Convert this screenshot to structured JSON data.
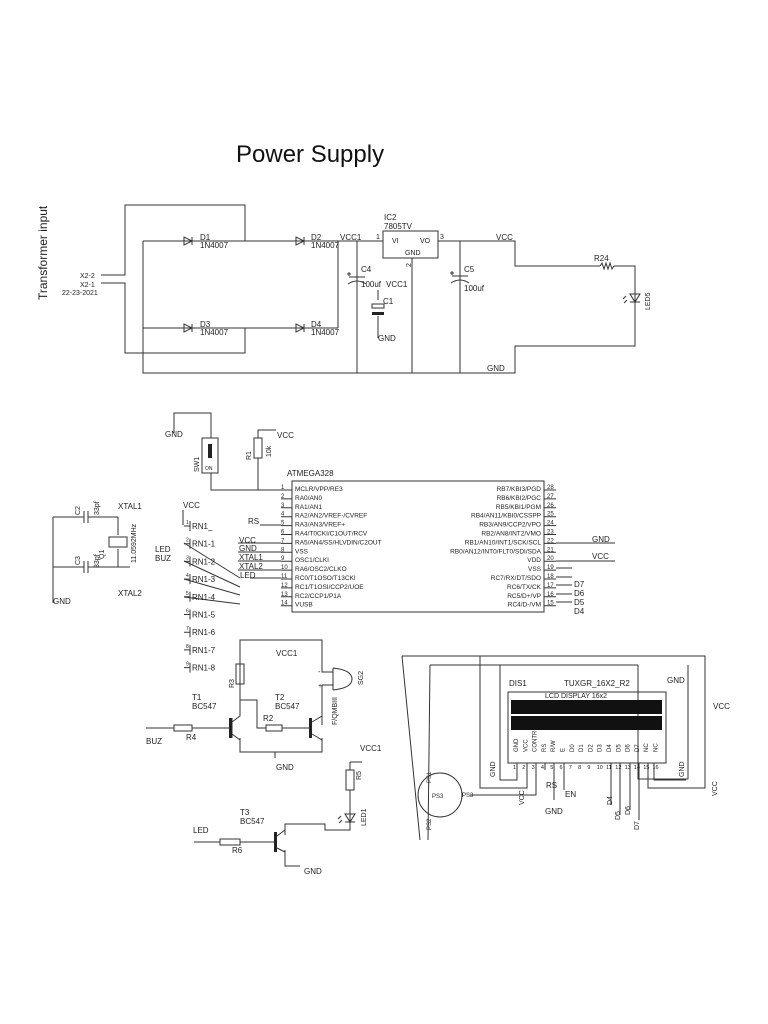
{
  "title": "Power Supply",
  "power": {
    "transformer_label": "Transformer input",
    "x2_2": "X2-2",
    "x2_1": "X2-1",
    "date": "22-23-2021",
    "diodes": [
      {
        "ref": "D1",
        "part": "1N4007"
      },
      {
        "ref": "D2",
        "part": "1N4007"
      },
      {
        "ref": "D3",
        "part": "1N4007"
      },
      {
        "ref": "D4",
        "part": "1N4007"
      }
    ],
    "vcc1": "VCC1",
    "ic_ref": "IC2",
    "ic_part": "7805TV",
    "ic_vi": "VI",
    "ic_vo": "VO",
    "ic_gnd": "GND",
    "pin1": "1",
    "pin2": "2",
    "pin3": "3",
    "c4": "C4",
    "c4_val": "100uf",
    "vcc1_b": "VCC1",
    "c1": "C1",
    "c1_gnd": "GND",
    "c5": "C5",
    "c5_val": "100uf",
    "vcc": "VCC",
    "gnd": "GND",
    "r24": "R24",
    "led5": "LED5"
  },
  "mcu": {
    "name": "ATMEGA328",
    "left_pins": [
      "MCLR/VPP/RE3",
      "RA0/AN0",
      "RA1/AN1",
      "RA2/AN2/VREF-/CVREF",
      "RA3/AN3/VREF+",
      "RA4/T0CKI/C1OUT/RCV",
      "RA5/AN4/SS/HLVDIN/C2OUT",
      "VSS",
      "OSC1/CLKI",
      "RA6/OSC2/CLKO",
      "RC0/T1OSO/T13CKI",
      "RC1/T1OSI/CCP2/UOE",
      "RC2/CCP1/P1A",
      "VUSB"
    ],
    "right_pins": [
      "RB7/KBI3/PGD",
      "RB6/KBI2/PGC",
      "RB5/KBI1/PGM",
      "RB4/AN11/KBI0/CSSPP",
      "RB3/AN9/CCP2/VPO",
      "RB2/AN8/INT2/VMO",
      "RB1/AN10/INT1/SCK/SCL",
      "RB0/AN12/INT0/FLT0/SDI/SDA",
      "VDD",
      "VSS",
      "RC7/RX/DT/SDO",
      "RC6/TX/CK",
      "RC5/D+/VP",
      "RC4/D-/VM"
    ],
    "left_nums": [
      "1",
      "2",
      "3",
      "4",
      "5",
      "6",
      "7",
      "8",
      "9",
      "10",
      "11",
      "12",
      "13",
      "14"
    ],
    "right_nums": [
      "28",
      "27",
      "26",
      "25",
      "24",
      "23",
      "22",
      "21",
      "20",
      "19",
      "18",
      "17",
      "16",
      "15"
    ],
    "net_rs": "RS",
    "net_vcc": "VCC",
    "net_gnd": "GND",
    "net_xtal1": "XTAL1",
    "net_xtal2": "XTAL2",
    "net_led": "LED",
    "right_gnd": "GND",
    "right_vcc": "VCC",
    "d7": "D7",
    "d6": "D6",
    "d5": "D5",
    "d4": "D4"
  },
  "reset": {
    "gnd": "GND",
    "vcc": "VCC",
    "sw": "SW1",
    "sw_on": "ON",
    "r1": "R1",
    "r1_val": "10k"
  },
  "crystal": {
    "c2": "C2",
    "c2_val": "33pf",
    "c3": "C3",
    "c3_val": "33pf",
    "q1": "Q1",
    "q1_val": "11.0592MHz",
    "xtal1": "XTAL1",
    "xtal2": "XTAL2",
    "gnd": "GND"
  },
  "rn": {
    "vcc": "VCC",
    "led": "LED",
    "buz": "BUZ",
    "items": [
      "RN1_",
      "RN1-1",
      "RN1-2",
      "RN1-3",
      "RN1-4",
      "RN1-5",
      "RN1-6",
      "RN1-7",
      "RN1-8"
    ],
    "nums": [
      "1",
      "2",
      "3",
      "4",
      "5",
      "6",
      "7",
      "8",
      "9"
    ]
  },
  "buzzer": {
    "vcc1": "VCC1",
    "r3": "R3",
    "t1": "T1",
    "t1_part": "BC547",
    "t2": "T2",
    "t2_part": "BC547",
    "r2": "R2",
    "r4": "R4",
    "buz": "BUZ",
    "gnd": "GND",
    "sg2": "SG2",
    "sg2_part": "F/QMBIII",
    "minus": "-",
    "plus": "+"
  },
  "led_driver": {
    "vcc1": "VCC1",
    "r5": "R5",
    "led1": "LED1",
    "t3": "T3",
    "t3_part": "BC547",
    "led": "LED",
    "r6": "R6",
    "gnd": "GND"
  },
  "lcd": {
    "ref": "DIS1",
    "part": "TUXGR_16X2_R2",
    "caption": "LCD DISPLAY 16x2",
    "pins": [
      "GND",
      "VCC",
      "CONTR",
      "RS",
      "R/W",
      "E",
      "D0",
      "D1",
      "D2",
      "D3",
      "D4",
      "D5",
      "D6",
      "D7",
      "NC",
      "NC"
    ],
    "nums": [
      "1",
      "2",
      "3",
      "4",
      "5",
      "6",
      "7",
      "8",
      "9",
      "10",
      "11",
      "12",
      "13",
      "14",
      "15",
      "16"
    ],
    "gnd_left": "GND",
    "gnd_top": "GND",
    "gnd_right": "GND",
    "vcc_right": "VCC",
    "vcc_right2": "VCC",
    "vcc_bottom": "VCC",
    "rs": "RS",
    "en": "EN",
    "rw_gnd": "GND",
    "d4": "D4",
    "d5": "D5",
    "d6": "D6",
    "d7": "D7",
    "pot_ps1": "PS1",
    "pot_ps2": "PS2",
    "pot_ps3": "PS3",
    "pot_center": "PS3"
  }
}
